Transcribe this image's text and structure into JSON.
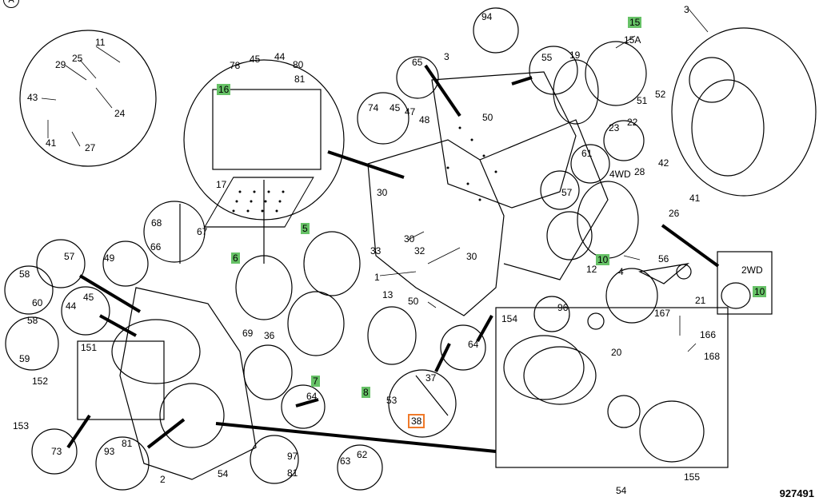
{
  "diagram": {
    "corner_badge": "A",
    "figure_id": "927491",
    "highlight_color": "#67c267",
    "selected_color": "#f07a2a",
    "callouts": {
      "c3a": "3",
      "c3b": "3",
      "c94": "94",
      "c15": "15",
      "c15a": "15A",
      "c11": "11",
      "c29": "29",
      "c25": "25",
      "c43": "43",
      "c24": "24",
      "c41a": "41",
      "c27": "27",
      "c78": "78",
      "c45a": "45",
      "c44a": "44",
      "c80": "80",
      "c81a": "81",
      "c16": "16",
      "c17": "17",
      "c65": "65",
      "c55": "55",
      "c19": "19",
      "c51": "51",
      "c52": "52",
      "c74": "74",
      "c45b": "45",
      "c47": "47",
      "c48": "48",
      "c50a": "50",
      "c23": "23",
      "c22": "22",
      "c61": "61",
      "c4wd": "4WD",
      "c28": "28",
      "c42": "42",
      "c41b": "41",
      "c26": "26",
      "c57a": "57",
      "c57b": "57",
      "c30a": "30",
      "c30b": "30",
      "c30c": "30",
      "c32": "32",
      "c33": "33",
      "c1": "1",
      "c5": "5",
      "c6": "6",
      "c7": "7",
      "c8": "8",
      "c10a": "10",
      "c10b": "10",
      "c68": "68",
      "c67": "67",
      "c66": "66",
      "c49": "49",
      "c58a": "58",
      "c60": "60",
      "c44b": "44",
      "c45c": "45",
      "c58b": "58",
      "c59": "59",
      "c151": "151",
      "c152": "152",
      "c153": "153",
      "c73": "73",
      "c93": "93",
      "c81b": "81",
      "c2": "2",
      "c54a": "54",
      "c97": "97",
      "c81c": "81",
      "c63": "63",
      "c62": "62",
      "c64a": "64",
      "c64b": "64",
      "c69": "69",
      "c36": "36",
      "c13": "13",
      "c50b": "50",
      "c53": "53",
      "c37": "37",
      "c38": "38",
      "c96": "96",
      "c12": "12",
      "c4": "4",
      "c56": "56",
      "c21": "21",
      "c20": "20",
      "c2wd": "2WD",
      "c167": "167",
      "c166": "166",
      "c168": "168",
      "c154": "154",
      "c54b": "54",
      "c155": "155"
    }
  }
}
